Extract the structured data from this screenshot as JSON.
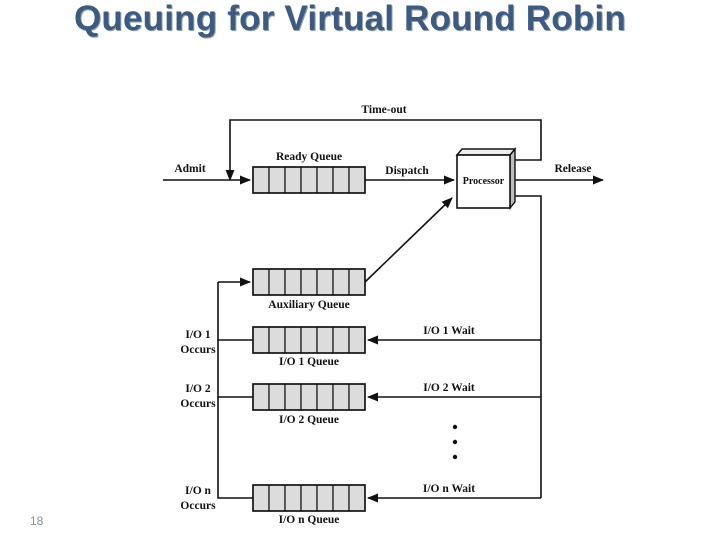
{
  "slide": {
    "title": "Queuing for Virtual Round Robin",
    "page_number": "18"
  },
  "diagram": {
    "labels": {
      "timeout": "Time-out",
      "admit": "Admit",
      "ready_queue": "Ready Queue",
      "dispatch": "Dispatch",
      "processor": "Processor",
      "release": "Release",
      "auxiliary_queue": "Auxiliary Queue",
      "io1_occurs_1": "I/O 1",
      "io1_occurs_2": "Occurs",
      "io1_queue": "I/O 1 Queue",
      "io1_wait": "I/O 1 Wait",
      "io2_occurs_1": "I/O 2",
      "io2_occurs_2": "Occurs",
      "io2_queue": "I/O 2 Queue",
      "io2_wait": "I/O 2 Wait",
      "ion_occurs_1": "I/O n",
      "ion_occurs_2": "Occurs",
      "ion_queue": "I/O n Queue",
      "ion_wait": "I/O n Wait"
    }
  }
}
